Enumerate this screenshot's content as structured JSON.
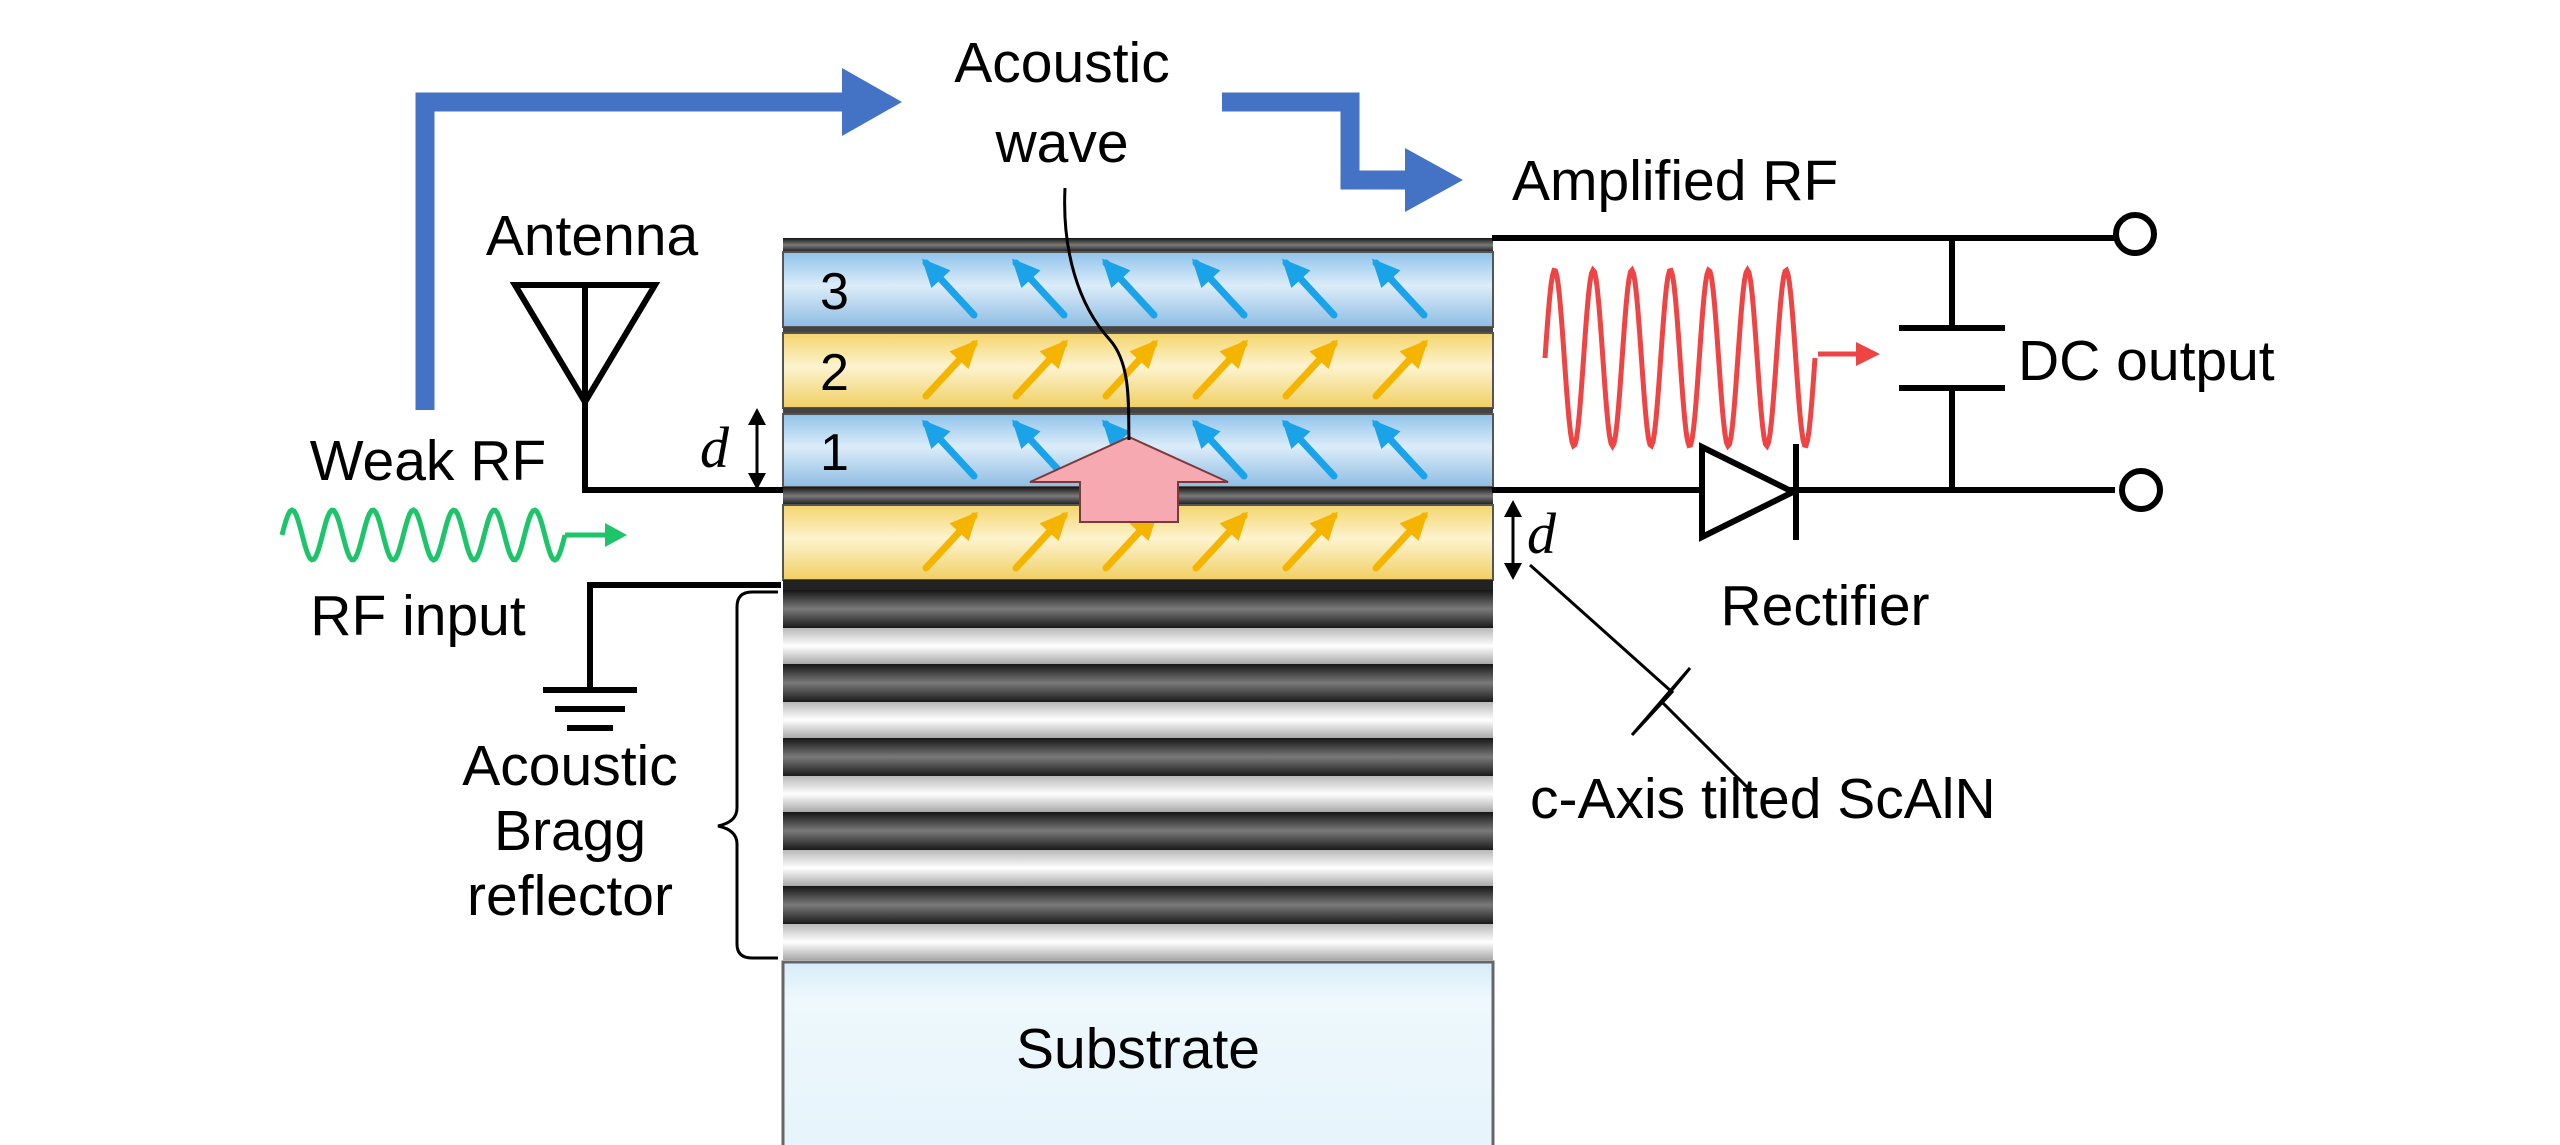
{
  "labels": {
    "acoustic_wave_line1": "Acoustic",
    "acoustic_wave_line2": "wave",
    "amplified_rf": "Amplified RF",
    "antenna": "Antenna",
    "weak_rf": "Weak RF",
    "rf_input": "RF input",
    "dc_output": "DC output",
    "rectifier": "Rectifier",
    "bragg_line1": "Acoustic",
    "bragg_line2": "Bragg",
    "bragg_line3": "reflector",
    "c_axis": "c-Axis tilted ScAlN",
    "substrate": "Substrate",
    "thickness_symbol": "d"
  },
  "layers": {
    "layer_numbers": [
      "3",
      "2",
      "1"
    ]
  },
  "colors": {
    "flow_arrow": "#4472c4",
    "blue_layer": "#b9d7f1",
    "yellow_layer": "#fbe8a6",
    "blue_polarization_arrow": "#1aa3e8",
    "yellow_polarization_arrow": "#f5b400",
    "weak_rf_wave": "#1ec46a",
    "amplified_rf_wave": "#ee4444",
    "acoustic_arrow": "#f7a9b1",
    "substrate": "#e9f5fc"
  }
}
